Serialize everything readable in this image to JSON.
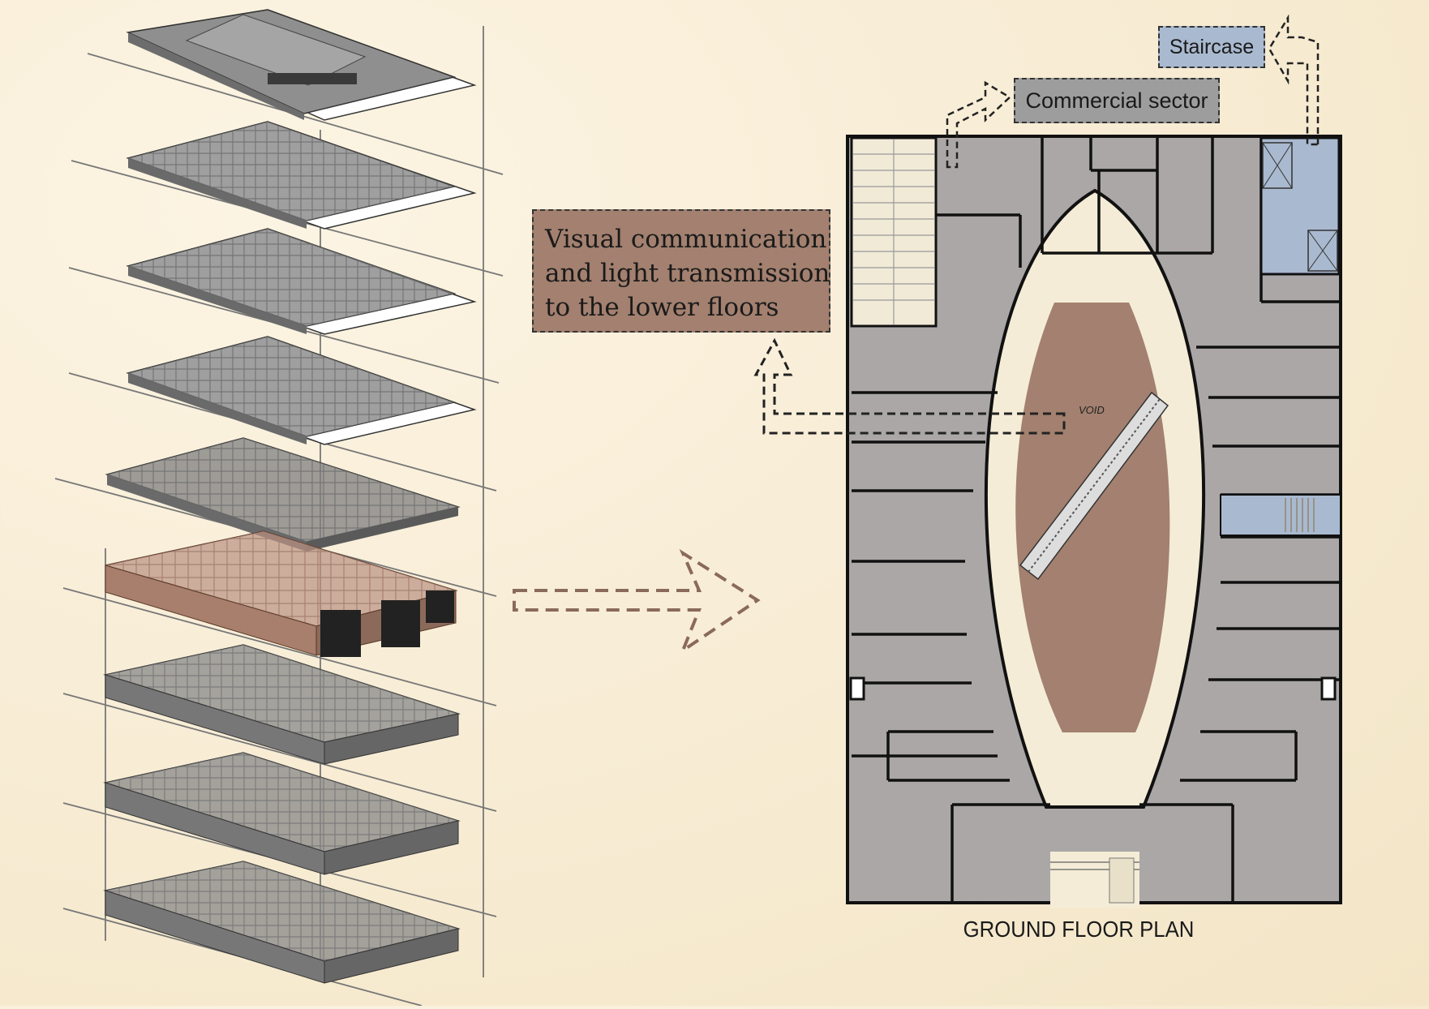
{
  "labels": {
    "staircase": "Staircase",
    "commercial_sector": "Commercial sector",
    "visual_communication": [
      "Visual communication",
      "and light transmission",
      "to the lower floors"
    ],
    "void": "VOID",
    "plan_title": "GROUND FLOOR PLAN"
  },
  "colors": {
    "background": "#f8edd6",
    "floor_grey": "#9e9e9e",
    "room_grey": "#aaa7a6",
    "highlight_brown": "#a3806f",
    "staircase_blue": "#a9b9cf",
    "wall": "#111111"
  },
  "exploded_axonometric": {
    "floor_count": 9,
    "highlighted_floor": 6
  }
}
